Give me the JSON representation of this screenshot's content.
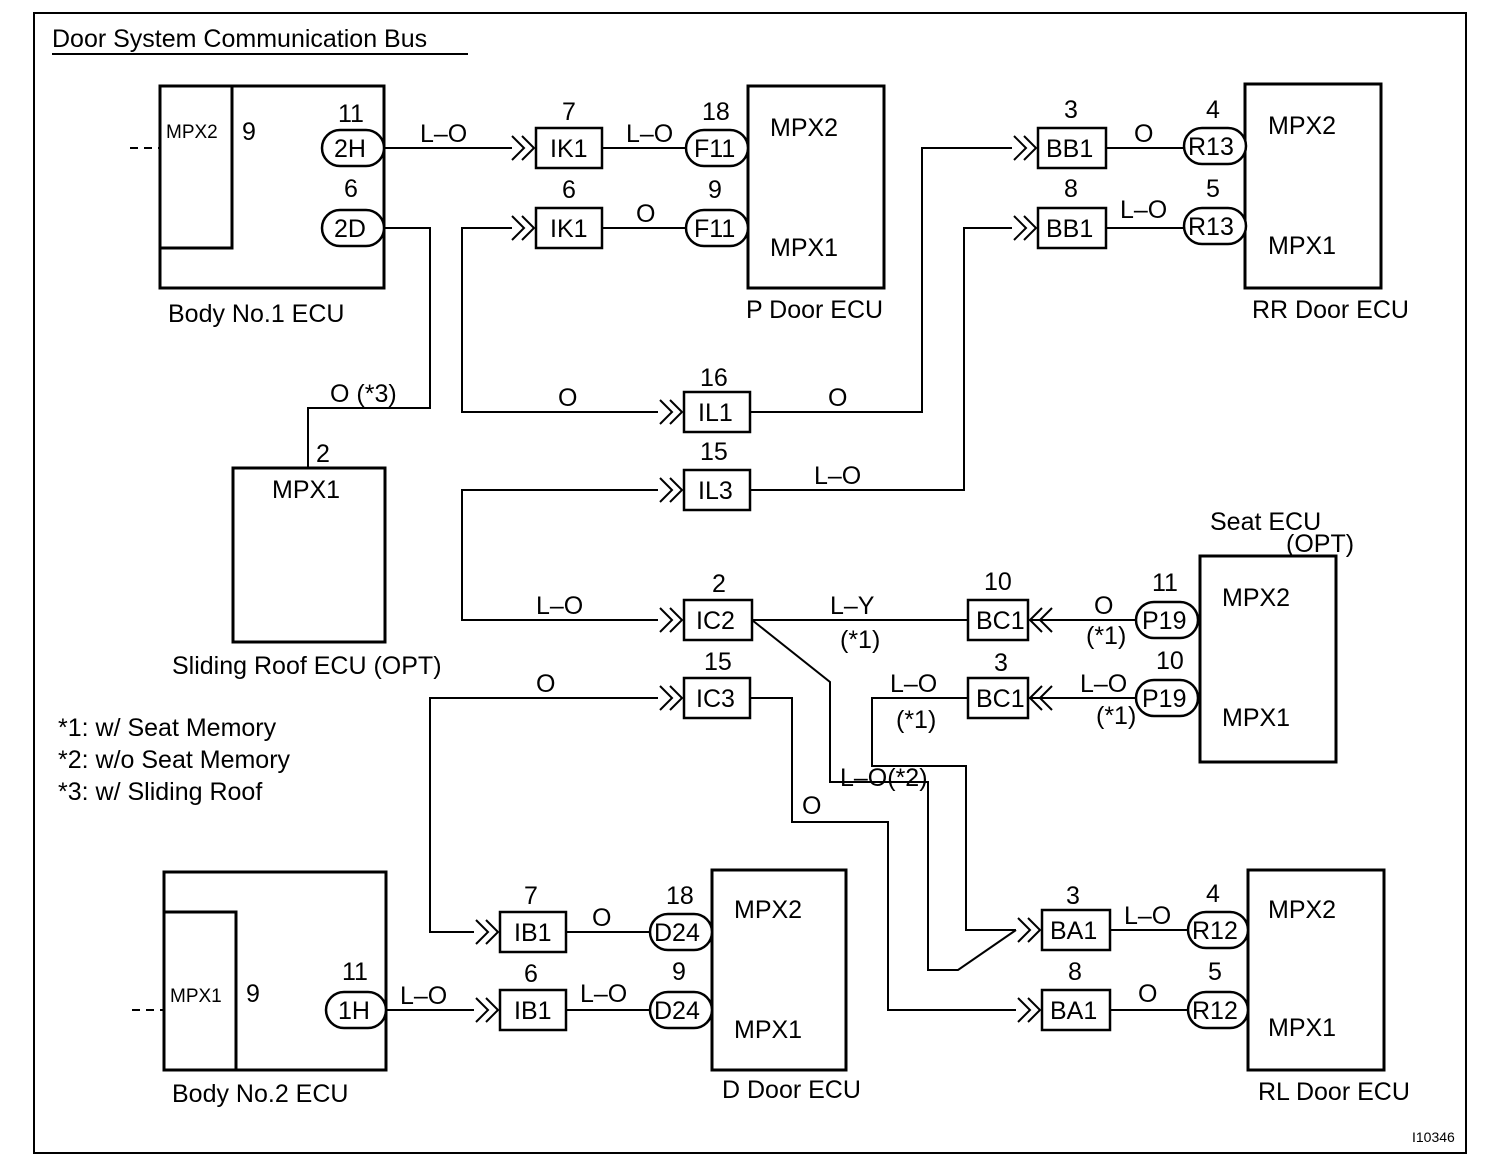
{
  "title": "Door System Communication Bus",
  "figure_id": "I10346",
  "notes": [
    "*1: w/ Seat Memory",
    "*2: w/o Seat Memory",
    "*3: w/ Sliding Roof"
  ],
  "ecus": {
    "body1": {
      "label": "Body No.1 ECU",
      "inner": "MPX2",
      "pin": "9"
    },
    "body2": {
      "label": "Body No.2 ECU",
      "inner": "MPX1",
      "pin": "9"
    },
    "pdoor": {
      "label": "P Door ECU",
      "mpx2": "MPX2",
      "mpx1": "MPX1"
    },
    "rrdoor": {
      "label": "RR Door ECU",
      "mpx2": "MPX2",
      "mpx1": "MPX1"
    },
    "ddoor": {
      "label": "D Door ECU",
      "mpx2": "MPX2",
      "mpx1": "MPX1"
    },
    "rldoor": {
      "label": "RL Door ECU",
      "mpx2": "MPX2",
      "mpx1": "MPX1"
    },
    "seat": {
      "label": "Seat ECU",
      "opt": "(OPT)",
      "mpx2": "MPX2",
      "mpx1": "MPX1"
    },
    "roof": {
      "label": "Sliding Roof ECU (OPT)",
      "mpx1": "MPX1",
      "pin": "2"
    }
  },
  "connectors": {
    "c2H": {
      "name": "2H",
      "pin": "11"
    },
    "c2D": {
      "name": "2D",
      "pin": "6"
    },
    "cIK1a": {
      "name": "IK1",
      "pin": "7"
    },
    "cIK1b": {
      "name": "IK1",
      "pin": "6"
    },
    "cF11a": {
      "name": "F11",
      "pin": "18"
    },
    "cF11b": {
      "name": "F11",
      "pin": "9"
    },
    "cBB1a": {
      "name": "BB1",
      "pin": "3"
    },
    "cBB1b": {
      "name": "BB1",
      "pin": "8"
    },
    "cR13a": {
      "name": "R13",
      "pin": "4"
    },
    "cR13b": {
      "name": "R13",
      "pin": "5"
    },
    "cIL1": {
      "name": "IL1",
      "pin": "16"
    },
    "cIL3": {
      "name": "IL3",
      "pin": "15"
    },
    "cIC2": {
      "name": "IC2",
      "pin": "2"
    },
    "cIC3": {
      "name": "IC3",
      "pin": "15"
    },
    "cBC1a": {
      "name": "BC1",
      "pin": "10"
    },
    "cBC1b": {
      "name": "BC1",
      "pin": "3"
    },
    "cP19a": {
      "name": "P19",
      "pin": "11"
    },
    "cP19b": {
      "name": "P19",
      "pin": "10"
    },
    "c1H": {
      "name": "1H",
      "pin": "11"
    },
    "cIB1a": {
      "name": "IB1",
      "pin": "7"
    },
    "cIB1b": {
      "name": "IB1",
      "pin": "6"
    },
    "cD24a": {
      "name": "D24",
      "pin": "18"
    },
    "cD24b": {
      "name": "D24",
      "pin": "9"
    },
    "cBA1a": {
      "name": "BA1",
      "pin": "3"
    },
    "cBA1b": {
      "name": "BA1",
      "pin": "8"
    },
    "cR12a": {
      "name": "R12",
      "pin": "4"
    },
    "cR12b": {
      "name": "R12",
      "pin": "5"
    }
  },
  "wires": {
    "w_2H_IK1": "L–O",
    "w_IK1_F11": "L–O",
    "w_IK1_F11b": "O",
    "w_BB1_R13a": "O",
    "w_BB1_R13b": "L–O",
    "w_roof": "O (*3)",
    "w_IL1_in": "O",
    "w_IL1_out": "O",
    "w_IL3_out": "L–O",
    "w_IC2_in": "L–O",
    "w_IC2_BC1": "L–Y",
    "w_IC2_BC1_note": "(*1)",
    "w_BC1_P19a": "O",
    "w_BC1_P19a_note": "(*1)",
    "w_BC1_P19b": "L–O",
    "w_BC1_P19b_note": "(*1)",
    "w_BC1b_out": "L–O",
    "w_BC1b_out_note": "(*1)",
    "w_IC3_in": "O",
    "w_star2": "L–O(*2)",
    "w_IC3_out": "O",
    "w_IB1_D24a": "O",
    "w_1H_IB1": "L–O",
    "w_IB1_D24b": "L–O",
    "w_BA1_R12a": "L–O",
    "w_BA1_R12b": "O"
  }
}
